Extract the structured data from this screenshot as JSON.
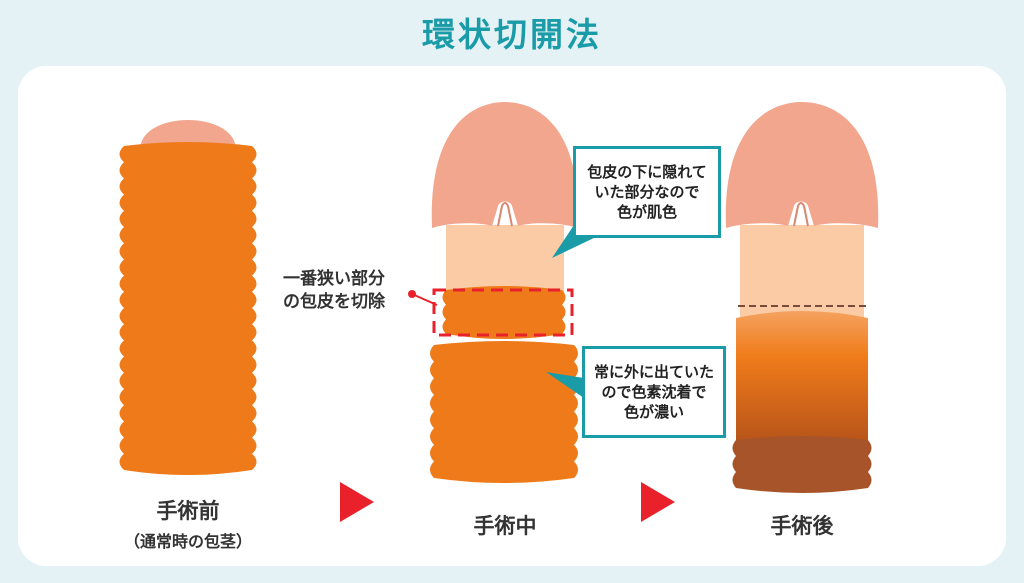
{
  "title": "環状切開法",
  "stages": [
    {
      "label": "手術前",
      "sublabel": "（通常時の包茎）"
    },
    {
      "label": "手術中"
    },
    {
      "label": "手術後"
    }
  ],
  "cut_note": [
    "一番狭い部分",
    "の包皮を切除"
  ],
  "callout_top": [
    "包皮の下に隠れて",
    "いた部分なので",
    "色が肌色"
  ],
  "callout_bottom": [
    "常に外に出ていた",
    "ので色素沈着で",
    "色が濃い"
  ],
  "colors": {
    "background": "#e4f1f5",
    "title": "#1a9ba8",
    "glans": "#f2a68e",
    "shaft_skin": "#fbcba6",
    "foreskin": "#ee7a1a",
    "foreskin_dark": "#b85418",
    "cut_line": "#e8212b",
    "arrow": "#e8212b",
    "callout_border": "#1a9ba8"
  },
  "icons": [
    "right-triangle-arrow-icon",
    "right-triangle-arrow-icon"
  ]
}
